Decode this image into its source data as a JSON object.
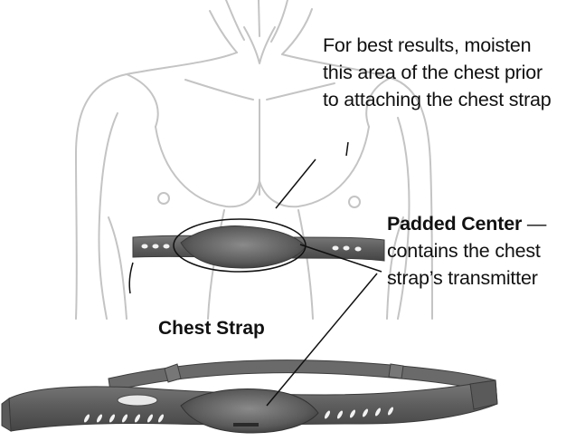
{
  "annotations": {
    "moisten_note": {
      "line_1": "For best results, moisten",
      "line_2": "this area of the chest prior",
      "line_3": "to attaching the chest strap"
    },
    "padded_center": {
      "heading": "Padded Center",
      "dash": " —",
      "line_2": "contains the chest",
      "line_3": "strap’s transmitter"
    },
    "strap_title": "Chest Strap"
  },
  "colors": {
    "torso_outline": "#c4c4c4",
    "strap_fill": "#5d5d5d",
    "strap_dark": "#3e3e3e",
    "callout_line": "#111111"
  },
  "icons": [
    "torso-outline",
    "worn-chest-strap",
    "flat-chest-strap"
  ]
}
